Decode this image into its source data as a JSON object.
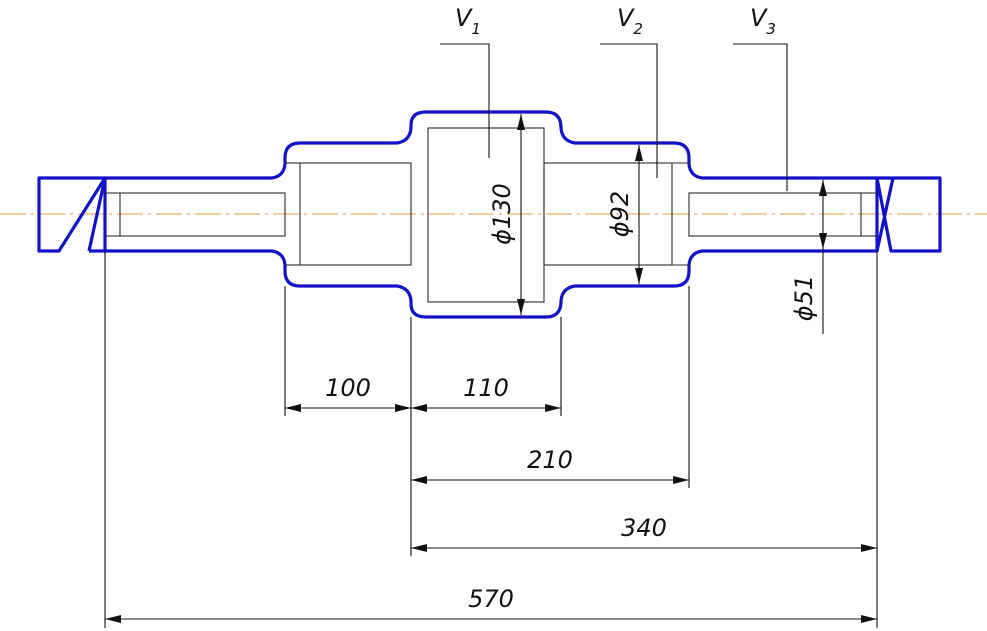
{
  "drawing": {
    "colors": {
      "outline": "#1212c8",
      "axis": "#e0a040",
      "lines": "#111111"
    },
    "callouts": [
      {
        "letter": "V",
        "index": "1"
      },
      {
        "letter": "V",
        "index": "2"
      },
      {
        "letter": "V",
        "index": "3"
      }
    ],
    "diameters": [
      "ϕ130",
      "ϕ92",
      "ϕ51"
    ],
    "lengths": [
      "100",
      "110",
      "210",
      "340",
      "570"
    ]
  }
}
